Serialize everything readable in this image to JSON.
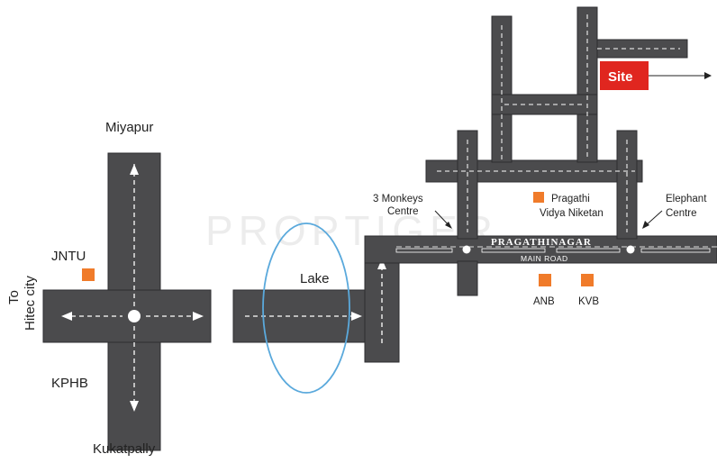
{
  "watermark": "PROPTIGER",
  "places": {
    "miyapur": "Miyapur",
    "jntu": "JNTU",
    "kphb": "KPHB",
    "kukatpally": "Kukatpally",
    "to_hitec_line1": "To",
    "to_hitec_line2": "Hitec city",
    "lake": "Lake",
    "site": "Site",
    "three_monkeys_line1": "3 Monkeys",
    "three_monkeys_line2": "Centre",
    "pragathi_line1": "Pragathi",
    "pragathi_line2": "Vidya Niketan",
    "elephant_line1": "Elephant",
    "elephant_line2": "Centre",
    "anb": "ANB",
    "kvb": "KVB"
  },
  "roads": {
    "pragathinagar": "PRAGATHINAGAR",
    "main_road": "MAIN ROAD"
  },
  "colors": {
    "road": "#4b4b4d",
    "landmark": "#f07b2a",
    "site": "#e0261f",
    "lake": "#5aa9dc",
    "lane": "#ffffff"
  }
}
